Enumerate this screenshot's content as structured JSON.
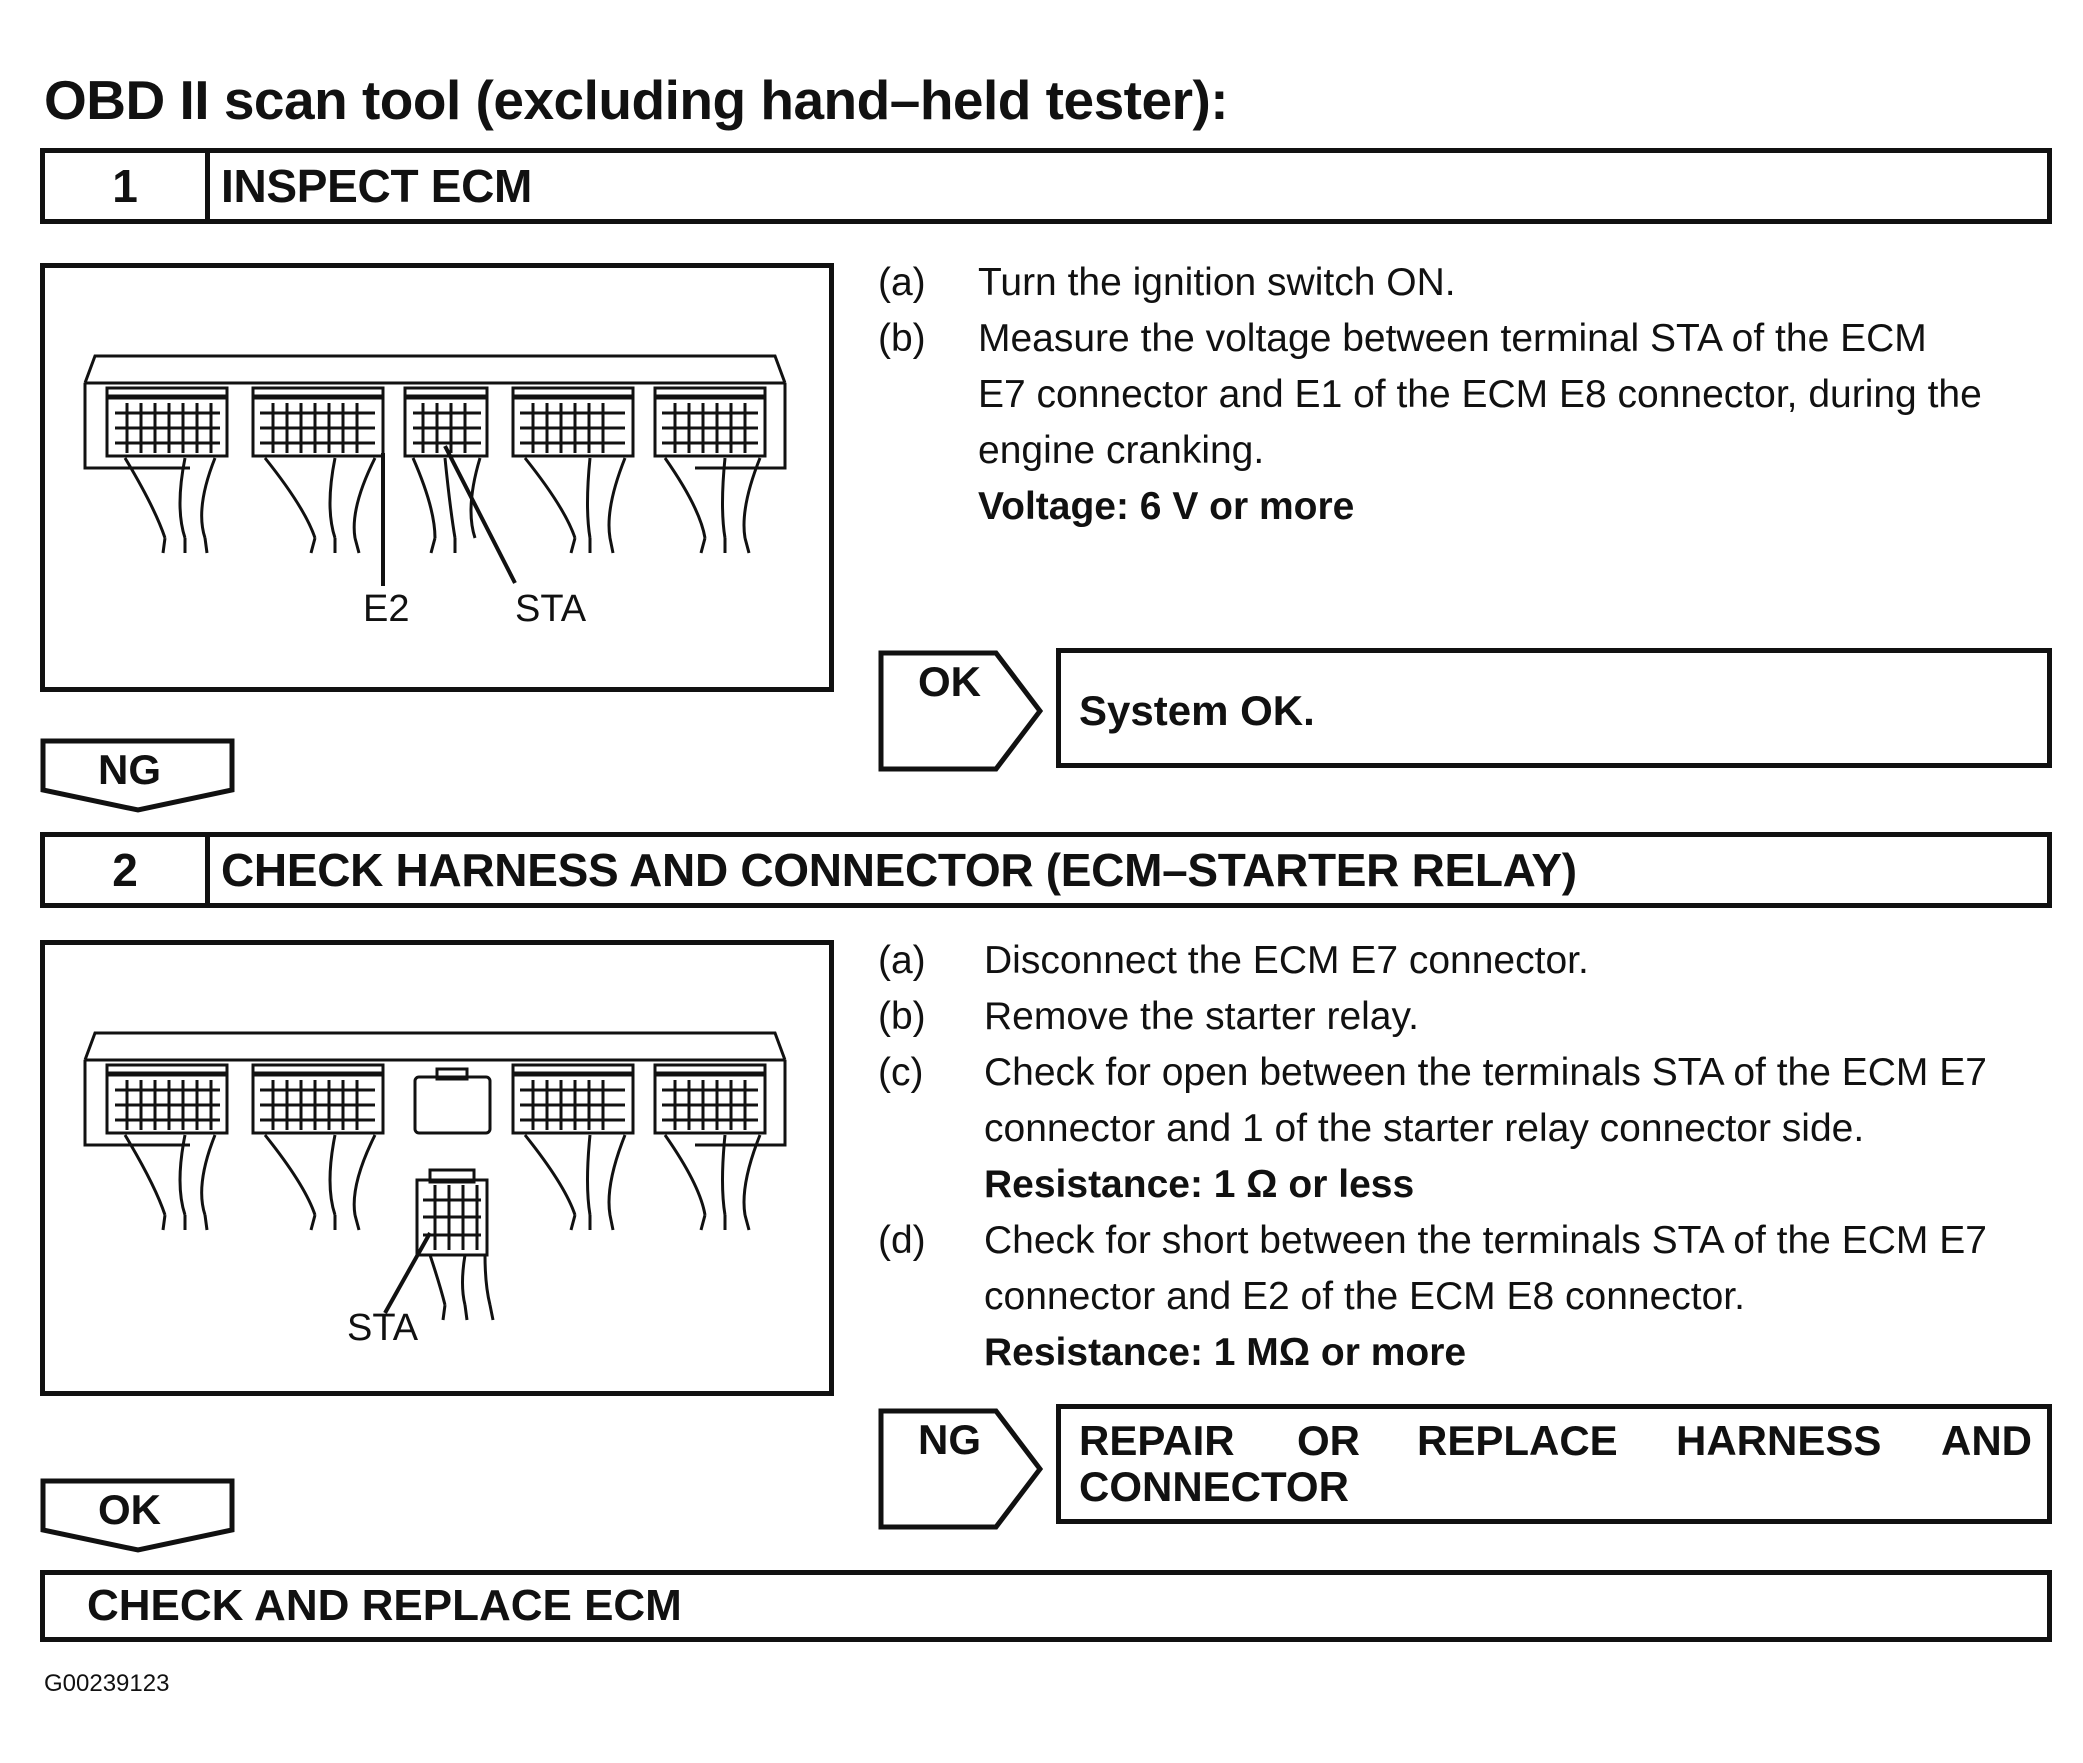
{
  "title": "OBD II scan tool (excluding hand–held tester):",
  "steps": [
    {
      "number": "1",
      "title": "INSPECT ECM",
      "figure_labels": [
        "E2",
        "STA"
      ],
      "instructions": [
        {
          "marker": "(a)",
          "lines": [
            "Turn the ignition switch ON."
          ]
        },
        {
          "marker": "(b)",
          "lines": [
            "Measure the voltage between terminal STA of the ECM",
            "E7 connector and E1 of the ECM E8 connector, during the",
            "engine cranking."
          ],
          "spec": "Voltage: 6 V or more"
        }
      ],
      "result_tag": "OK",
      "result_text": "System OK.",
      "next_tag": "NG"
    },
    {
      "number": "2",
      "title": "CHECK HARNESS AND CONNECTOR (ECM–STARTER RELAY)",
      "figure_labels": [
        "STA"
      ],
      "instructions": [
        {
          "marker": "(a)",
          "lines": [
            "Disconnect the ECM E7 connector."
          ]
        },
        {
          "marker": "(b)",
          "lines": [
            "Remove the starter relay."
          ]
        },
        {
          "marker": "(c)",
          "lines": [
            "Check for open between the terminals STA of the ECM E7",
            "connector and 1 of the starter relay connector side."
          ],
          "spec": "Resistance: 1 Ω or less"
        },
        {
          "marker": "(d)",
          "lines": [
            "Check for short between the terminals STA of the ECM E7",
            "connector and E2 of the ECM E8 connector."
          ],
          "spec": "Resistance: 1 MΩ or more"
        }
      ],
      "result_tag": "NG",
      "result_text_parts": [
        "REPAIR",
        "OR",
        "REPLACE",
        "HARNESS",
        "AND"
      ],
      "result_text_line2": "CONNECTOR",
      "next_tag": "OK"
    }
  ],
  "final_action": "CHECK AND REPLACE ECM",
  "figure_code": "G00239123"
}
